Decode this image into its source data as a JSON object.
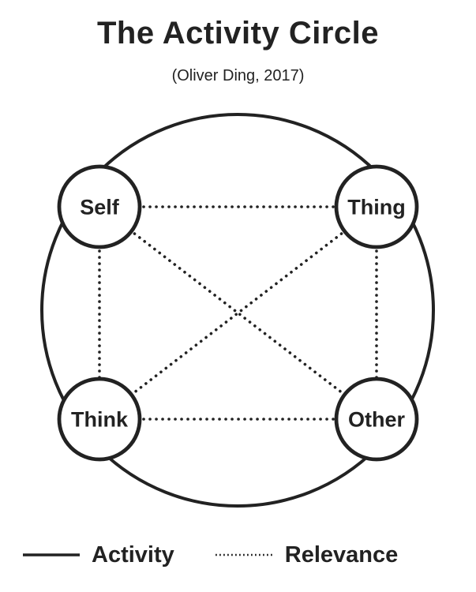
{
  "colors": {
    "background": "#ffffff",
    "ink": "#222222"
  },
  "header": {
    "title": "The Activity Circle",
    "subtitle": "(Oliver Ding, 2017)"
  },
  "diagram": {
    "type": "circle-network",
    "nodes": [
      {
        "id": "self",
        "label": "Self",
        "position": "top-left"
      },
      {
        "id": "thing",
        "label": "Thing",
        "position": "top-right"
      },
      {
        "id": "think",
        "label": "Think",
        "position": "bottom-left"
      },
      {
        "id": "other",
        "label": "Other",
        "position": "bottom-right"
      }
    ]
  },
  "legend": {
    "items": [
      {
        "label": "Activity",
        "line_style": "solid"
      },
      {
        "label": "Relevance",
        "line_style": "dotted"
      }
    ]
  }
}
